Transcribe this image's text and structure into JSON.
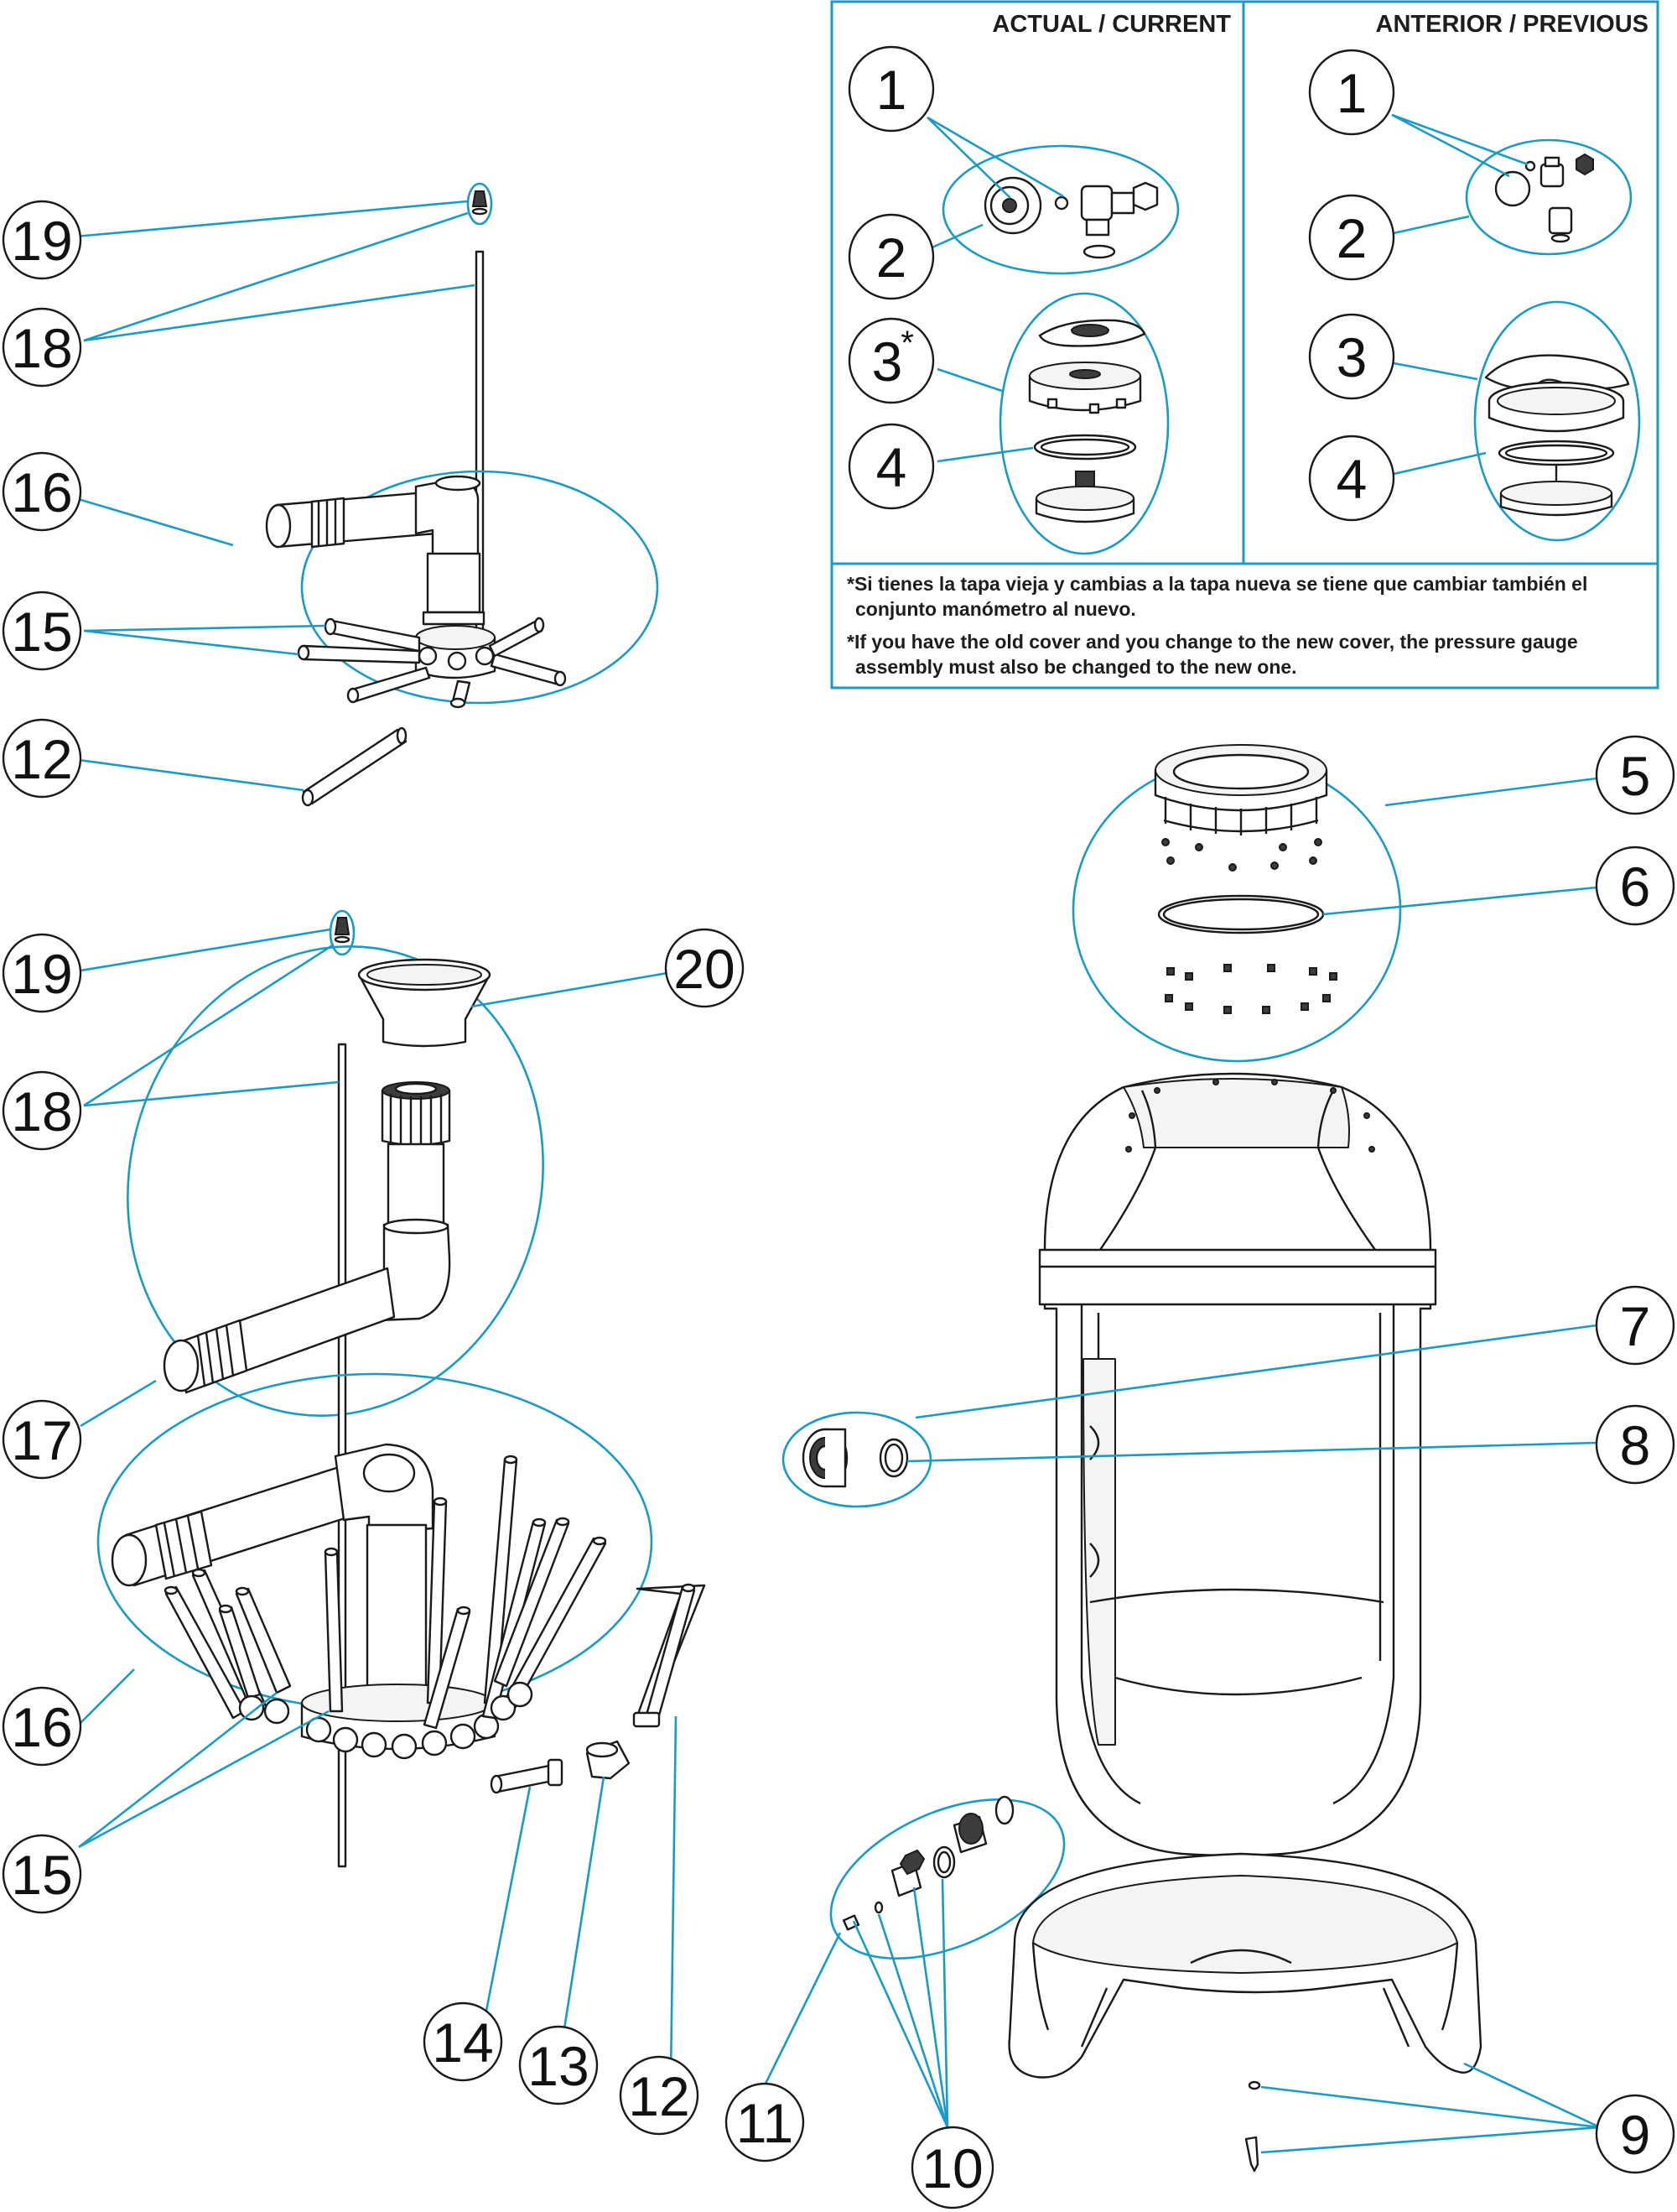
{
  "panel": {
    "header_current": "ACTUAL / CURRENT",
    "header_previous": "ANTERIOR / PREVIOUS",
    "note_es_line1": "*Si tienes la tapa vieja y cambias a la tapa nueva se tiene que cambiar también el",
    "note_es_line2": "conjunto manómetro al nuevo.",
    "note_en_line1": "*If you have the old cover and you change to the new cover, the pressure gauge",
    "note_en_line2": "assembly must also be changed to the new one."
  },
  "colors": {
    "callout": "#1a9bc7",
    "outline": "#1a1a1a",
    "background": "#ffffff"
  },
  "callouts": {
    "c1_cur": "1",
    "c2_cur": "2",
    "c3_cur": "3",
    "c3_star": "*",
    "c4_cur": "4",
    "c1_prev": "1",
    "c2_prev": "2",
    "c3_prev": "3",
    "c4_prev": "4",
    "c5": "5",
    "c6": "6",
    "c7": "7",
    "c8": "8",
    "c9": "9",
    "c10": "10",
    "c11": "11",
    "c19_top": "19",
    "c18_top": "18",
    "c16_top": "16",
    "c15_top": "15",
    "c12_top": "12",
    "c19_bot": "19",
    "c20": "20",
    "c18_bot": "18",
    "c17": "17",
    "c16_bot": "16",
    "c15_bot": "15",
    "c14": "14",
    "c13": "13",
    "c12_bot": "12"
  }
}
